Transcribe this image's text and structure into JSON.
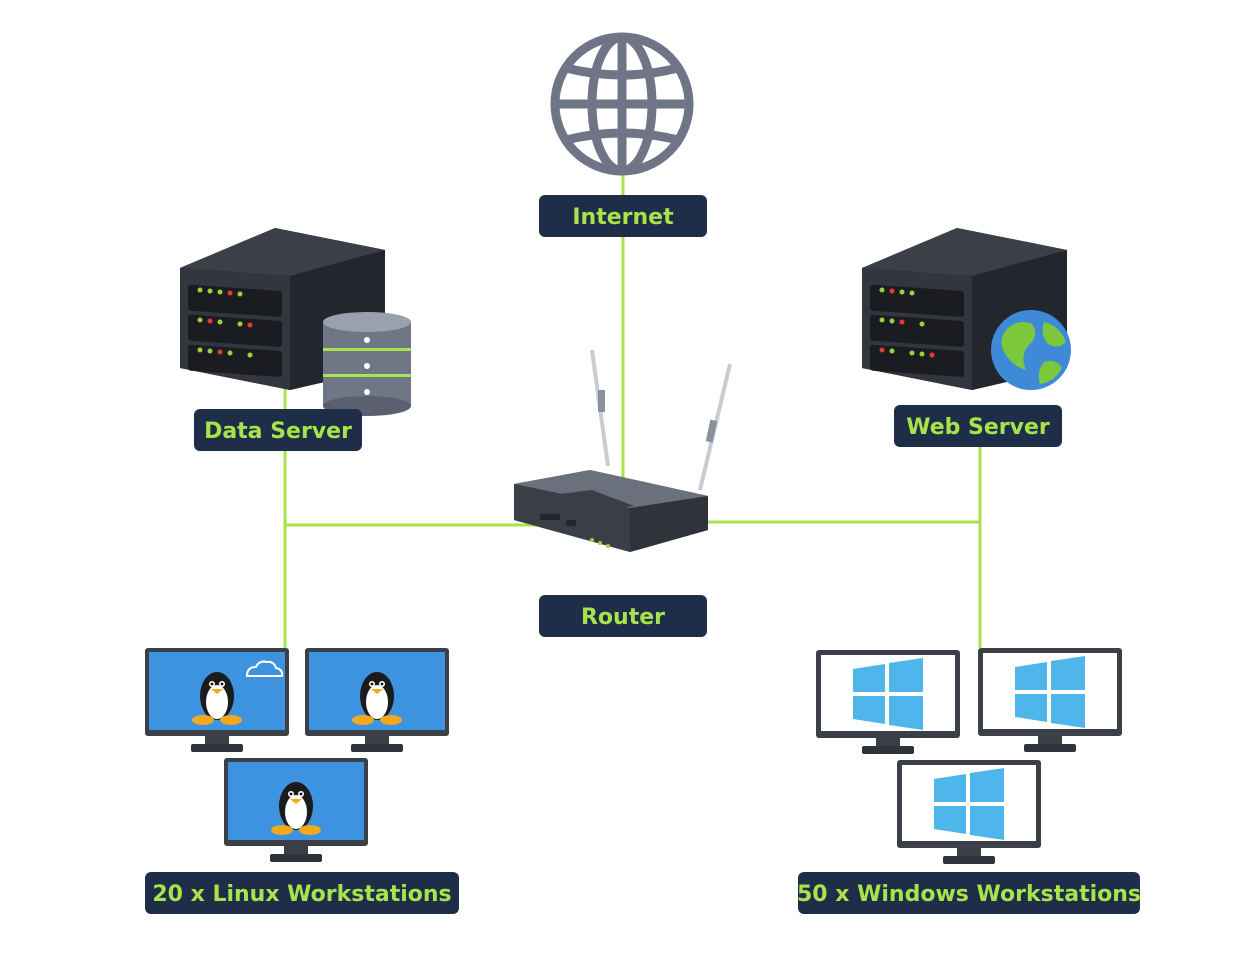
{
  "diagram": {
    "labels": {
      "internet": "Internet",
      "data_server": "Data Server",
      "web_server": "Web Server",
      "router": "Router",
      "linux_workstations": "20 x Linux Workstations",
      "windows_workstations": "50 x Windows Workstations"
    },
    "colors": {
      "link": "#a7e34a",
      "label_bg": "#1e2d48",
      "label_text": "#a7e34a",
      "server_body": "#2b2e36",
      "monitor_frame": "#3a3f48",
      "linux_screen": "#3d93e0",
      "windows_logo": "#4fb6ec",
      "globe": "#6f7486"
    },
    "icons": [
      "globe-icon",
      "data-server-icon",
      "database-icon",
      "web-server-icon",
      "earth-icon",
      "router-icon",
      "linux-workstation-icon",
      "windows-workstation-icon"
    ]
  }
}
